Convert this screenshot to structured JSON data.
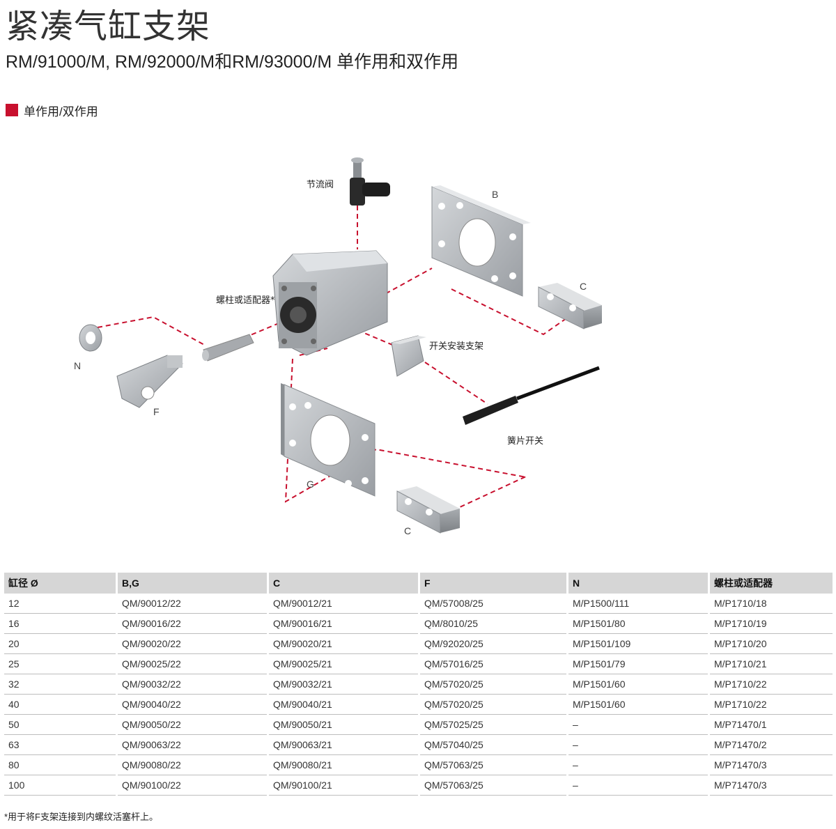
{
  "title": "紧凑气缸支架",
  "subtitle": "RM/91000/M, RM/92000/M和RM/93000/M  单作用和双作用",
  "section": {
    "label": "单作用/双作用",
    "color": "#c8102e"
  },
  "diagram": {
    "labels": {
      "throttle_valve": "节流阀",
      "stud_adapter": "螺柱或适配器*",
      "switch_bracket": "开关安装支架",
      "reed_switch": "簧片开关",
      "b": "B",
      "c_top": "C",
      "c_bottom": "C",
      "g": "G",
      "n": "N",
      "f": "F"
    },
    "colors": {
      "dash": "#c8102e",
      "metal": "#b8bcc0",
      "dark": "#2a2a2a"
    }
  },
  "table": {
    "headers": [
      "缸径 Ø",
      "B,G",
      "C",
      "F",
      "N",
      "螺柱或适配器"
    ],
    "rows": [
      [
        "12",
        "QM/90012/22",
        "QM/90012/21",
        "QM/57008/25",
        "M/P1500/111",
        "M/P1710/18"
      ],
      [
        "16",
        "QM/90016/22",
        "QM/90016/21",
        "QM/8010/25",
        "M/P1501/80",
        "M/P1710/19"
      ],
      [
        "20",
        "QM/90020/22",
        "QM/90020/21",
        "QM/92020/25",
        "M/P1501/109",
        "M/P1710/20"
      ],
      [
        "25",
        "QM/90025/22",
        "QM/90025/21",
        "QM/57016/25",
        "M/P1501/79",
        "M/P1710/21"
      ],
      [
        "32",
        "QM/90032/22",
        "QM/90032/21",
        "QM/57020/25",
        "M/P1501/60",
        "M/P1710/22"
      ],
      [
        "40",
        "QM/90040/22",
        "QM/90040/21",
        "QM/57020/25",
        "M/P1501/60",
        "M/P1710/22"
      ],
      [
        "50",
        "QM/90050/22",
        "QM/90050/21",
        "QM/57025/25",
        "–",
        "M/P71470/1"
      ],
      [
        "63",
        "QM/90063/22",
        "QM/90063/21",
        "QM/57040/25",
        "–",
        "M/P71470/2"
      ],
      [
        "80",
        "QM/90080/22",
        "QM/90080/21",
        "QM/57063/25",
        "–",
        "M/P71470/3"
      ],
      [
        "100",
        "QM/90100/22",
        "QM/90100/21",
        "QM/57063/25",
        "–",
        "M/P71470/3"
      ]
    ]
  },
  "footnote": "*用于将F支架连接到内螺纹活塞杆上。"
}
